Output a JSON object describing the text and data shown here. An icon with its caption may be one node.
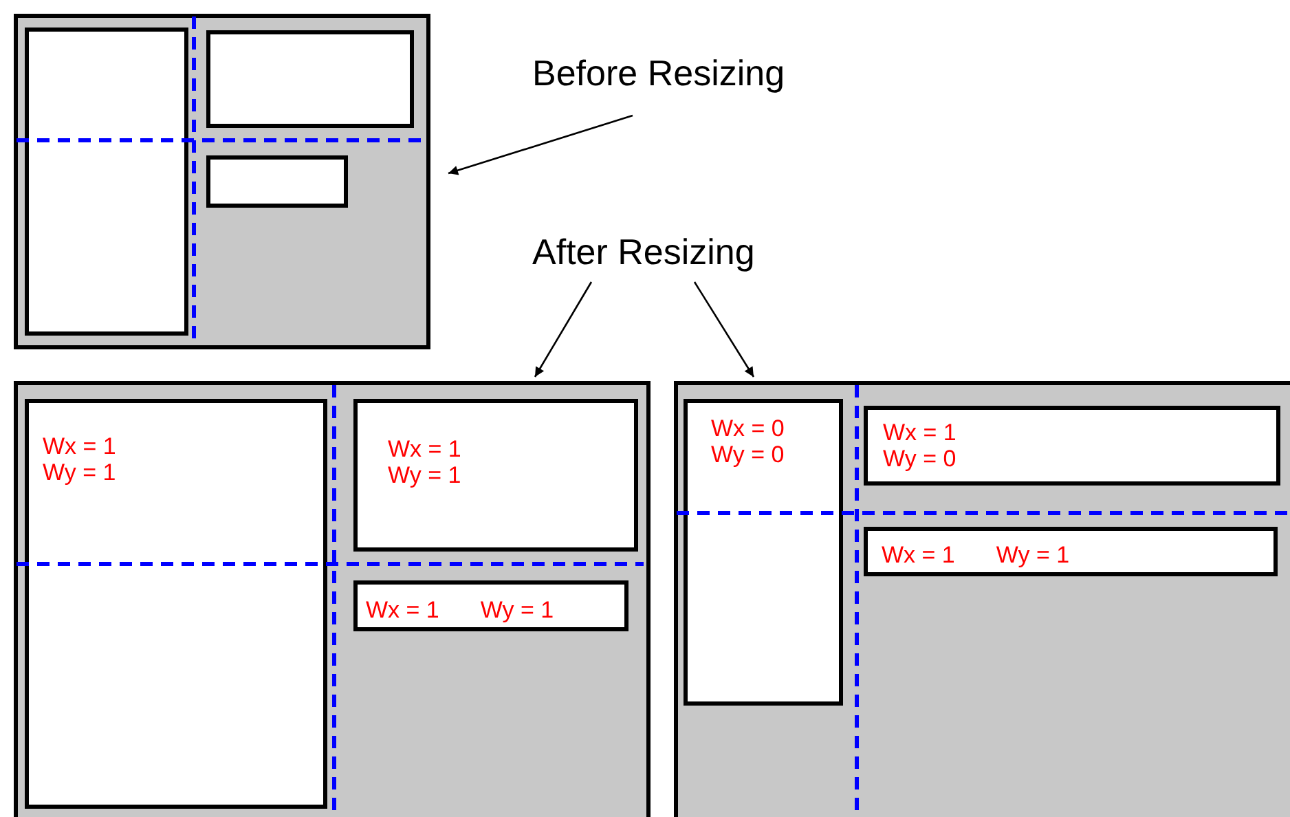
{
  "diagram": {
    "nodes": [
      {
        "text": [],
        "shape": "box"
      },
      {
        "text": [],
        "shape": "box",
        "in": 0
      },
      {
        "text": [],
        "shape": "box",
        "in": 0
      },
      {
        "text": [],
        "shape": "box",
        "in": 0
      },
      {
        "text": [
          "Before Resizing"
        ]
      },
      {
        "text": [
          "After Resizing"
        ]
      },
      {
        "text": [],
        "shape": "box"
      },
      {
        "text": [
          "Wx = 1",
          "Wy = 1"
        ],
        "in": 6
      },
      {
        "text": [
          "Wx = 1",
          "Wy = 1"
        ],
        "in": 6
      },
      {
        "text": [
          "Wx = 1",
          "Wy = 1"
        ],
        "in": 6
      },
      {
        "text": [],
        "shape": "box"
      },
      {
        "text": [
          "Wx = 0",
          "Wy = 0"
        ],
        "in": 10
      },
      {
        "text": [
          "Wx = 1",
          "Wy = 0"
        ],
        "in": 10
      },
      {
        "text": [
          "Wx = 1",
          "Wy = 1"
        ],
        "in": 10
      }
    ],
    "edges": [
      {
        "from": 4,
        "to": 0,
        "arrow": "to"
      },
      {
        "from": 5,
        "to": 6,
        "arrow": "to"
      },
      {
        "from": 5,
        "to": 10,
        "arrow": "to"
      }
    ]
  }
}
